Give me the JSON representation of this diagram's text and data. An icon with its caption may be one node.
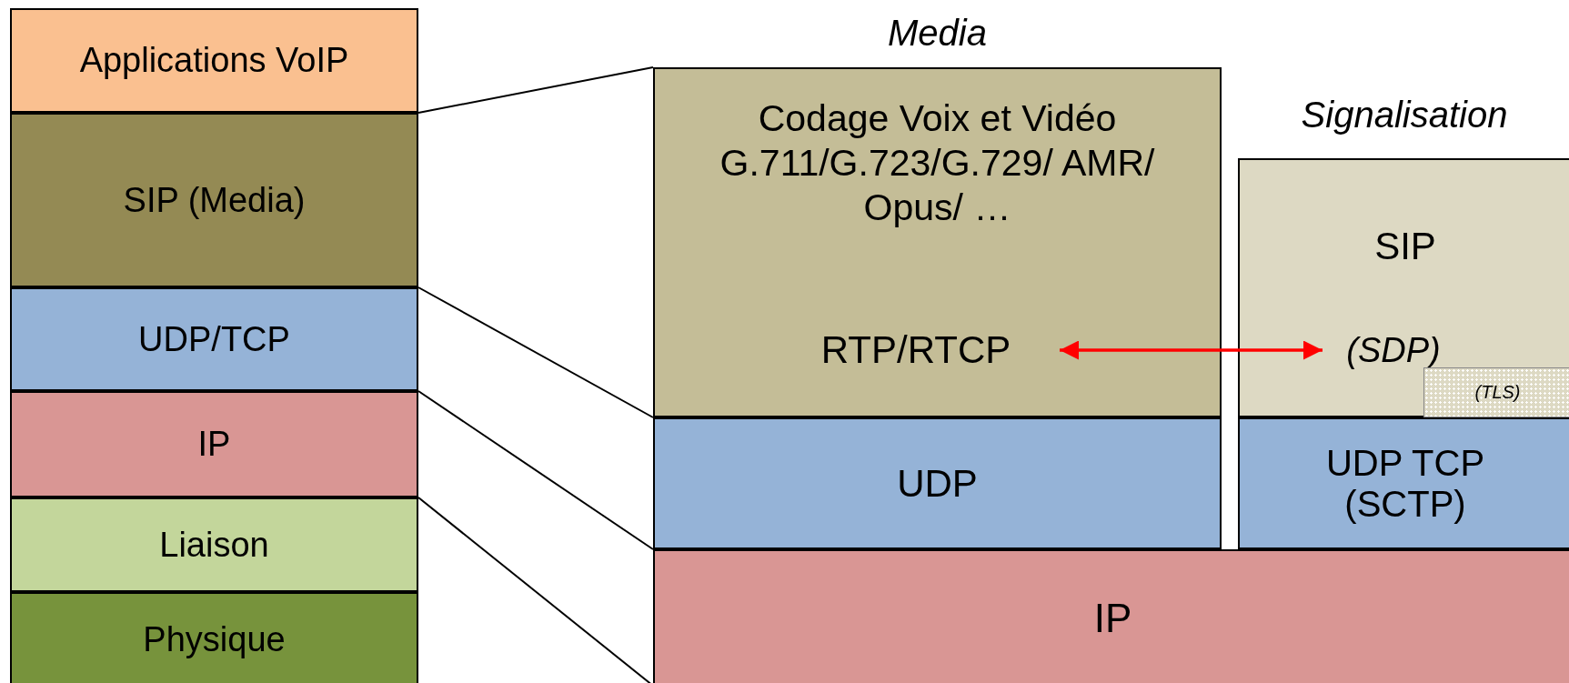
{
  "diagram": {
    "nodes": [
      {
        "text": [
          "Applications VoIP"
        ]
      },
      {
        "text": [
          "SIP (Media)"
        ]
      },
      {
        "text": [
          "UDP/TCP"
        ]
      },
      {
        "text": [
          "IP"
        ]
      },
      {
        "text": [
          "Liaison"
        ]
      },
      {
        "text": [
          "Physique"
        ]
      },
      {
        "text": [
          "Media",
          "Codage Voix et Vidéo G.711/G.723/G.729/ AMR/ Opus/ …"
        ]
      },
      {
        "text": [
          "RTP/RTCP"
        ],
        "in": 6
      },
      {
        "text": [
          "Signalisation",
          "SIP"
        ]
      },
      {
        "text": [
          "(SDP)"
        ],
        "in": 8
      },
      {
        "text": [
          "(TLS)"
        ],
        "in": 8
      },
      {
        "text": [
          "UDP"
        ]
      },
      {
        "text": [
          "UDP TCP (SCTP)"
        ]
      },
      {
        "text": [
          "IP"
        ]
      }
    ],
    "edges": [
      {
        "from": 1,
        "to": 6,
        "arrow": "none"
      },
      {
        "from": 2,
        "to": 11,
        "arrow": "none"
      },
      {
        "from": 3,
        "to": 13,
        "arrow": "none"
      },
      {
        "from": 3,
        "to": 13,
        "arrow": "none"
      },
      {
        "from": 7,
        "to": 9,
        "arrow": "both",
        "color": "#ff0000"
      }
    ]
  }
}
